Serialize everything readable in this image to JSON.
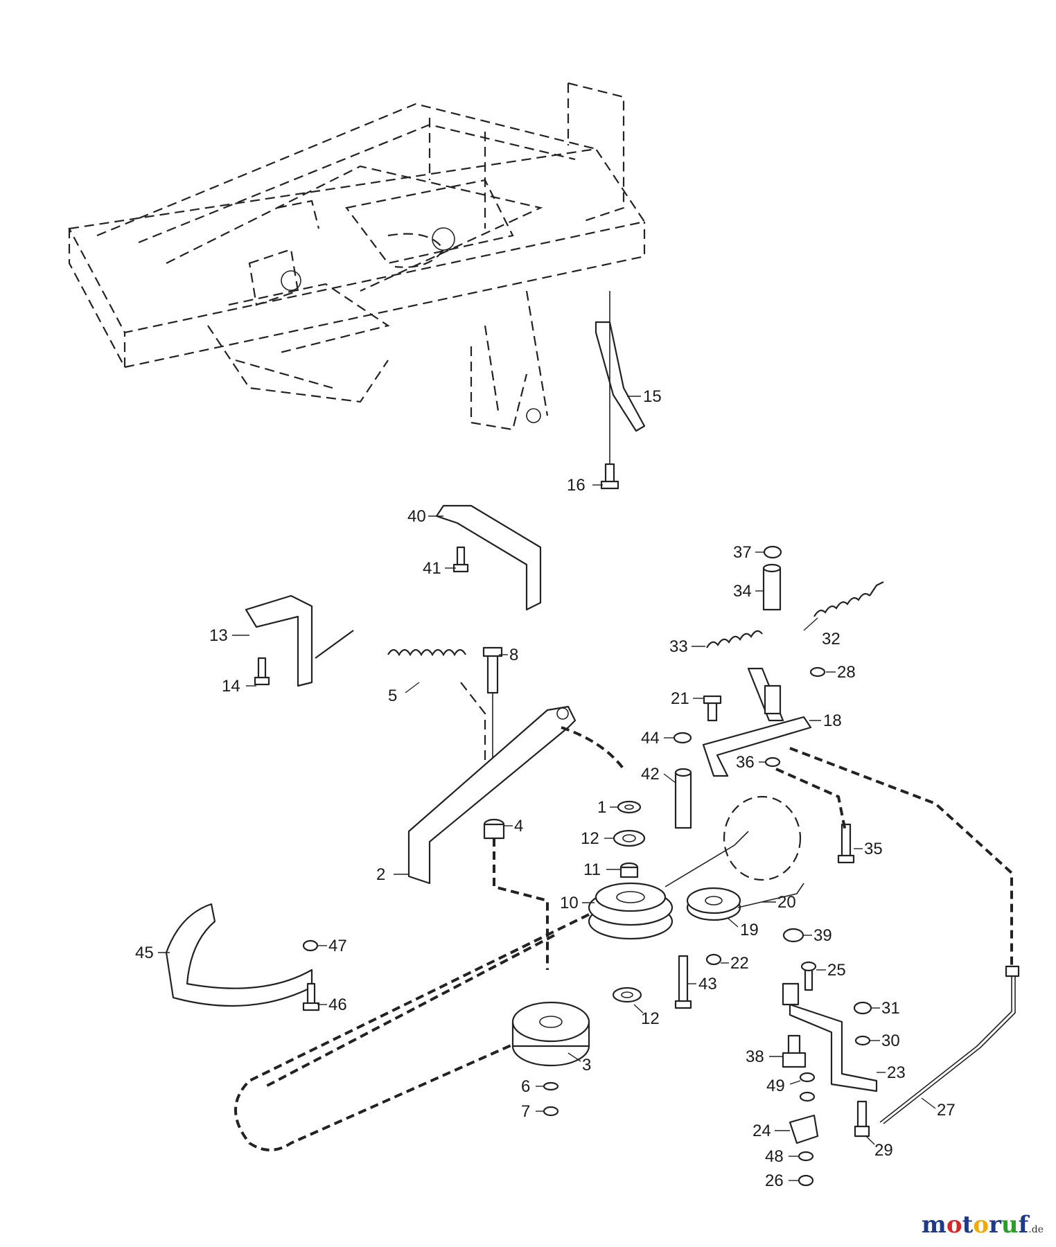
{
  "brand": {
    "letters": [
      {
        "ch": "m",
        "color": "#1f3a8a"
      },
      {
        "ch": "o",
        "color": "#d62828"
      },
      {
        "ch": "t",
        "color": "#1f3a8a"
      },
      {
        "ch": "o",
        "color": "#f2a900"
      },
      {
        "ch": "r",
        "color": "#1f3a8a"
      },
      {
        "ch": "u",
        "color": "#2a9d2a"
      },
      {
        "ch": "f",
        "color": "#1f3a8a"
      }
    ],
    "suffix": ".de"
  },
  "callouts": [
    {
      "id": "15",
      "label": "15"
    },
    {
      "id": "16",
      "label": "16"
    },
    {
      "id": "40",
      "label": "40"
    },
    {
      "id": "41",
      "label": "41"
    },
    {
      "id": "37",
      "label": "37"
    },
    {
      "id": "34",
      "label": "34"
    },
    {
      "id": "32",
      "label": "32"
    },
    {
      "id": "33",
      "label": "33"
    },
    {
      "id": "13",
      "label": "13"
    },
    {
      "id": "14",
      "label": "14"
    },
    {
      "id": "8",
      "label": "8"
    },
    {
      "id": "5",
      "label": "5"
    },
    {
      "id": "28",
      "label": "28"
    },
    {
      "id": "21",
      "label": "21"
    },
    {
      "id": "18",
      "label": "18"
    },
    {
      "id": "44",
      "label": "44"
    },
    {
      "id": "36",
      "label": "36"
    },
    {
      "id": "42",
      "label": "42"
    },
    {
      "id": "1",
      "label": "1"
    },
    {
      "id": "4",
      "label": "4"
    },
    {
      "id": "12a",
      "label": "12"
    },
    {
      "id": "35",
      "label": "35"
    },
    {
      "id": "2",
      "label": "2"
    },
    {
      "id": "11",
      "label": "11"
    },
    {
      "id": "10",
      "label": "10"
    },
    {
      "id": "20",
      "label": "20"
    },
    {
      "id": "19",
      "label": "19"
    },
    {
      "id": "39",
      "label": "39"
    },
    {
      "id": "45",
      "label": "45"
    },
    {
      "id": "47",
      "label": "47"
    },
    {
      "id": "22",
      "label": "22"
    },
    {
      "id": "25",
      "label": "25"
    },
    {
      "id": "43",
      "label": "43"
    },
    {
      "id": "12b",
      "label": "12"
    },
    {
      "id": "31",
      "label": "31"
    },
    {
      "id": "46",
      "label": "46"
    },
    {
      "id": "30",
      "label": "30"
    },
    {
      "id": "3",
      "label": "3"
    },
    {
      "id": "38",
      "label": "38"
    },
    {
      "id": "23",
      "label": "23"
    },
    {
      "id": "49",
      "label": "49"
    },
    {
      "id": "6",
      "label": "6"
    },
    {
      "id": "27",
      "label": "27"
    },
    {
      "id": "7",
      "label": "7"
    },
    {
      "id": "24",
      "label": "24"
    },
    {
      "id": "29",
      "label": "29"
    },
    {
      "id": "48",
      "label": "48"
    },
    {
      "id": "26",
      "label": "26"
    }
  ]
}
